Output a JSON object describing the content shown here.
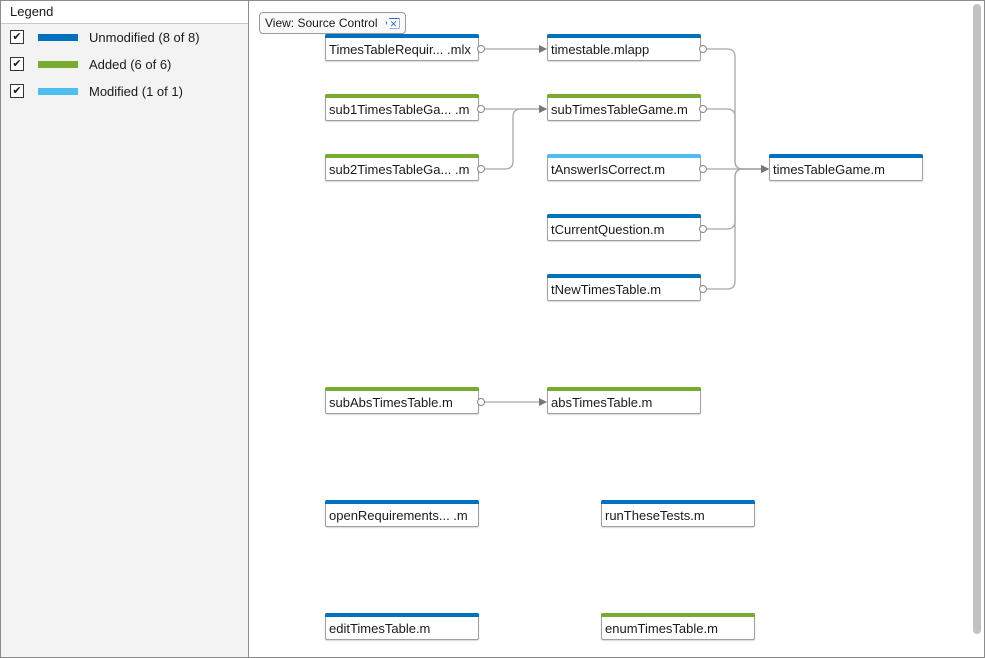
{
  "legend": {
    "title": "Legend",
    "items": [
      {
        "label": "Unmodified (8 of 8)",
        "color": "#0072bd",
        "checked": true
      },
      {
        "label": "Added (6 of 6)",
        "color": "#77ac30",
        "checked": true
      },
      {
        "label": "Modified (1 of 1)",
        "color": "#4dbeee",
        "checked": true
      }
    ]
  },
  "view_chip": {
    "label": "View: Source Control",
    "clear_icon": "clear-filter-icon"
  },
  "status_colors": {
    "unmodified": "#0072bd",
    "added": "#77ac30",
    "modified": "#4dbeee"
  },
  "nodes": [
    {
      "label": "TimesTableRequir...  .mlx",
      "status": "unmodified"
    },
    {
      "label": "sub1TimesTableGa...  .m",
      "status": "added"
    },
    {
      "label": "sub2TimesTableGa...  .m",
      "status": "added"
    },
    {
      "label": "timestable.mlapp",
      "status": "unmodified"
    },
    {
      "label": "subTimesTableGame.m",
      "status": "added"
    },
    {
      "label": "tAnswerIsCorrect.m",
      "status": "modified"
    },
    {
      "label": "tCurrentQuestion.m",
      "status": "unmodified"
    },
    {
      "label": "tNewTimesTable.m",
      "status": "unmodified"
    },
    {
      "label": "timesTableGame.m",
      "status": "unmodified"
    },
    {
      "label": "subAbsTimesTable.m",
      "status": "added"
    },
    {
      "label": "absTimesTable.m",
      "status": "added"
    },
    {
      "label": "openRequirements...  .m",
      "status": "unmodified"
    },
    {
      "label": "runTheseTests.m",
      "status": "unmodified"
    },
    {
      "label": "editTimesTable.m",
      "status": "unmodified"
    },
    {
      "label": "enumTimesTable.m",
      "status": "added"
    }
  ],
  "edges": [
    [
      0,
      3
    ],
    [
      1,
      4
    ],
    [
      2,
      4
    ],
    [
      3,
      8
    ],
    [
      4,
      8
    ],
    [
      5,
      8
    ],
    [
      6,
      8
    ],
    [
      7,
      8
    ],
    [
      9,
      10
    ]
  ]
}
